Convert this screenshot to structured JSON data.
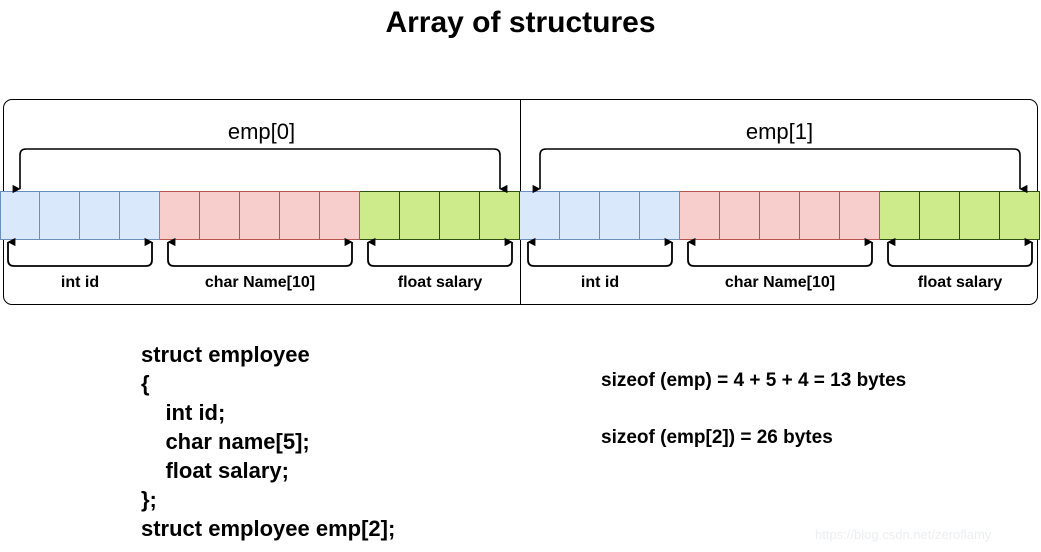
{
  "title": "Array of structures",
  "groups": [
    {
      "caption": "emp[0]",
      "fields": [
        {
          "label": "int id",
          "type": "blue",
          "cells": 4
        },
        {
          "label": "char Name[10]",
          "type": "pink",
          "cells": 5
        },
        {
          "label": "float salary",
          "type": "green",
          "cells": 4
        }
      ]
    },
    {
      "caption": "emp[1]",
      "fields": [
        {
          "label": "int id",
          "type": "blue",
          "cells": 4
        },
        {
          "label": "char Name[10]",
          "type": "pink",
          "cells": 5
        },
        {
          "label": "float salary",
          "type": "green",
          "cells": 4
        }
      ]
    }
  ],
  "code": {
    "lines": [
      "struct employee",
      "{",
      "    int id;",
      "    char name[5];",
      "    float salary;",
      "};",
      "struct employee emp[2];"
    ]
  },
  "notes": [
    "sizeof (emp) = 4 + 5 + 4 = 13 bytes",
    "sizeof (emp[2]) = 26 bytes"
  ],
  "watermark": "https://blog.csdn.net/zeroflamy",
  "colors": {
    "blue_fill": "#dae8fc",
    "blue_stroke": "#6c8ebf",
    "pink_fill": "#f8cecc",
    "pink_stroke": "#b85450",
    "green_fill": "#cdeb8b",
    "green_stroke": "#2f4f13",
    "line": "#000000",
    "watermark": "#eceff1"
  }
}
